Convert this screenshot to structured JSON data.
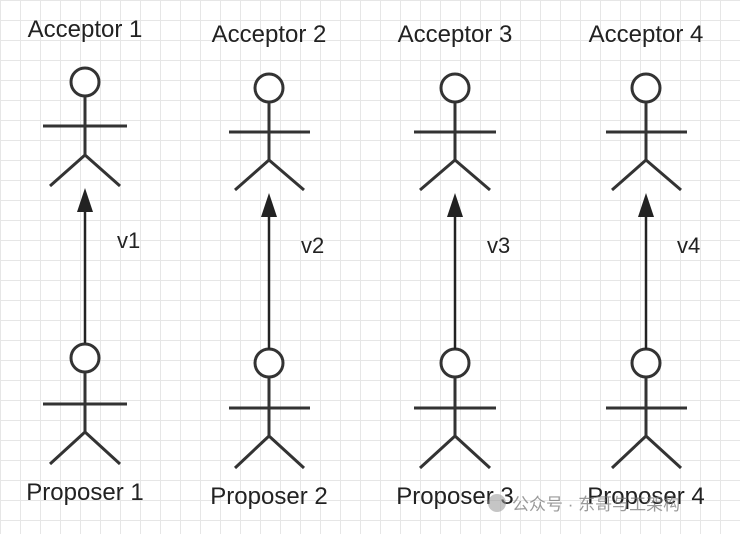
{
  "acceptors": [
    "Acceptor 1",
    "Acceptor 2",
    "Acceptor 3",
    "Acceptor 4"
  ],
  "proposers": [
    "Proposer 1",
    "Proposer 2",
    "Proposer 3",
    "Proposer 4"
  ],
  "values": [
    "v1",
    "v2",
    "v3",
    "v4"
  ],
  "watermark": {
    "text": "公众号 · 东哥与工架构"
  }
}
